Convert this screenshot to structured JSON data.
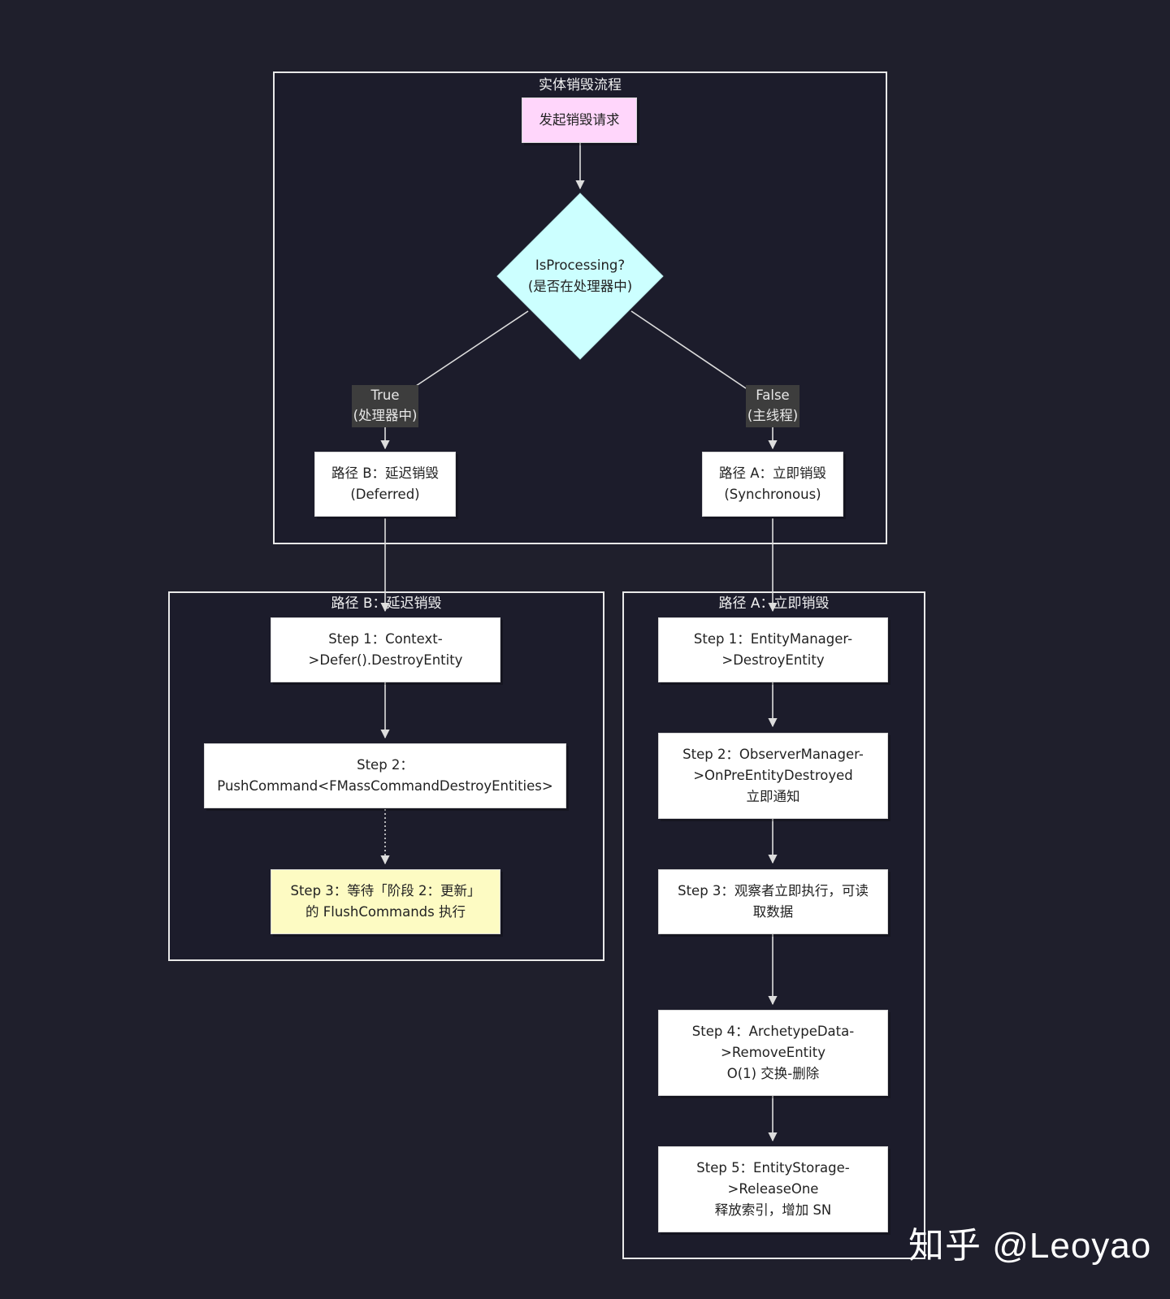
{
  "clusters": {
    "main": {
      "title": "实体销毁流程"
    },
    "path_b": {
      "title": "路径 B：延迟销毁"
    },
    "path_a": {
      "title": "路径 A：立即销毁"
    }
  },
  "nodes": {
    "start": {
      "label": "发起销毁请求"
    },
    "decision": {
      "label": "IsProcessing?\n(是否在处理器中)"
    },
    "path_b": {
      "label": "路径 B：延迟销毁\n(Deferred)"
    },
    "path_a": {
      "label": "路径 A：立即销毁\n(Synchronous)"
    },
    "b_step1": {
      "label": "Step 1：Context-\n>Defer().DestroyEntity"
    },
    "b_step2": {
      "label": "Step 2：\nPushCommand<FMassCommandDestroyEntities>"
    },
    "b_step3": {
      "label": "Step 3：等待「阶段 2：更新」\n的 FlushCommands 执行"
    },
    "a_step1": {
      "label": "Step 1：EntityManager-\n>DestroyEntity"
    },
    "a_step2": {
      "label": "Step 2：ObserverManager-\n>OnPreEntityDestroyed\n立即通知"
    },
    "a_step3": {
      "label": "Step 3：观察者立即执行，可读\n取数据"
    },
    "a_step4": {
      "label": "Step 4：ArchetypeData-\n>RemoveEntity\nO(1) 交换-删除"
    },
    "a_step5": {
      "label": "Step 5：EntityStorage-\n>ReleaseOne\n释放索引，增加 SN"
    }
  },
  "edge_labels": {
    "true_branch": "True\n(处理器中)",
    "false_branch": "False\n(主线程)"
  },
  "watermark": "知乎 @Leoyao",
  "colors": {
    "background": "#1f1f2c",
    "start_node": "#ffd6fb",
    "decision_node": "#ccffff",
    "wait_node": "#fdfbc3",
    "edge": "#dddddd",
    "edge_label_bg": "#3d3d3d"
  }
}
